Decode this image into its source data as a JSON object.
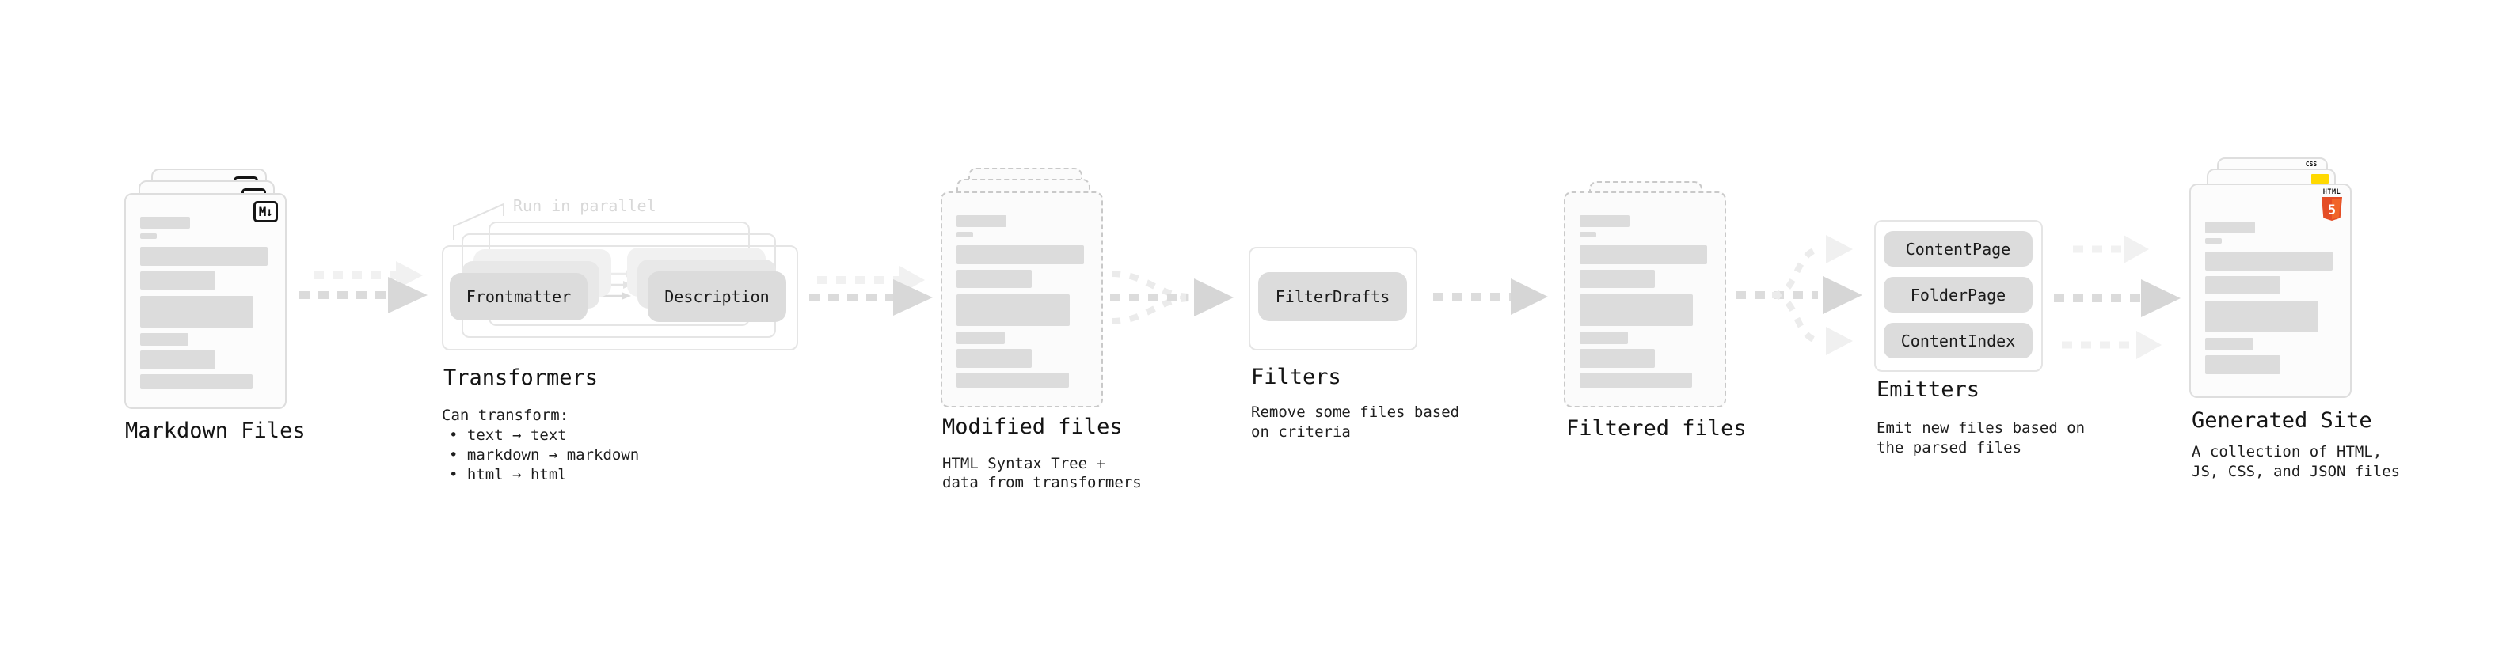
{
  "stages": {
    "markdown_files": {
      "label": "Markdown Files",
      "badge": "M↓"
    },
    "transformers": {
      "label": "Transformers",
      "annotation": "Run in parallel",
      "pill_left": "Frontmatter",
      "pill_right": "Description",
      "note_heading": "Can transform:",
      "bullets": [
        "• text → text",
        "• markdown → markdown",
        "• html → html"
      ]
    },
    "modified_files": {
      "label": "Modified files",
      "note": [
        "HTML Syntax Tree +",
        "data from transformers"
      ]
    },
    "filters": {
      "label": "Filters",
      "pill": "FilterDrafts",
      "note": [
        "Remove some files based",
        "on criteria"
      ]
    },
    "filtered_files": {
      "label": "Filtered files"
    },
    "emitters": {
      "label": "Emitters",
      "pills": [
        "ContentPage",
        "FolderPage",
        "ContentIndex"
      ],
      "note": [
        "Emit new files based on",
        "the parsed files"
      ]
    },
    "generated_site": {
      "label": "Generated Site",
      "note": [
        "A collection of HTML,",
        "JS, CSS, and JSON files"
      ],
      "css_badge": "CSS",
      "html_badge_word": "HTML",
      "html_badge_number": "5"
    }
  },
  "colors": {
    "html5_orange": "#e44d26",
    "html5_orange_light": "#f16529",
    "js_yellow": "#ffd900",
    "css_blue": "#2b62f0",
    "bar_gray": "#dcdcdc",
    "pill_gray": "#dcdcdc",
    "arrow_dark": "#d8d8d8",
    "arrow_light": "#f0f0f0",
    "dashed_border": "#c9c9c9",
    "annotation_gray": "#d8d8d8"
  }
}
